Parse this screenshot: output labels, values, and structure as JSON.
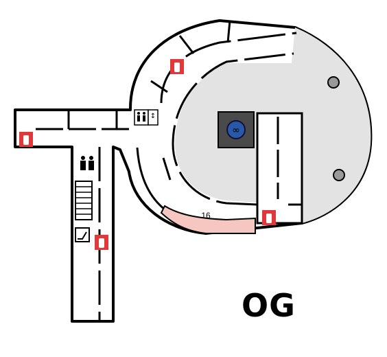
{
  "floor": {
    "label": "OG"
  },
  "rooms": [
    {
      "id": "16",
      "label": "16",
      "highlight_color": "#f6c6c0"
    }
  ],
  "colors": {
    "floor_fill": "#e3e3e3",
    "corridor_fill": "#ffffff",
    "wall": "#000000",
    "highlight": "#f6c6c0",
    "extinguisher_red": "#e0393c"
  },
  "icons": [
    "fire-extinguisher-icon",
    "toilets-icon",
    "elevator-icon",
    "escalator-icon",
    "stairs-icon",
    "central-feature-icon",
    "column-icon"
  ]
}
